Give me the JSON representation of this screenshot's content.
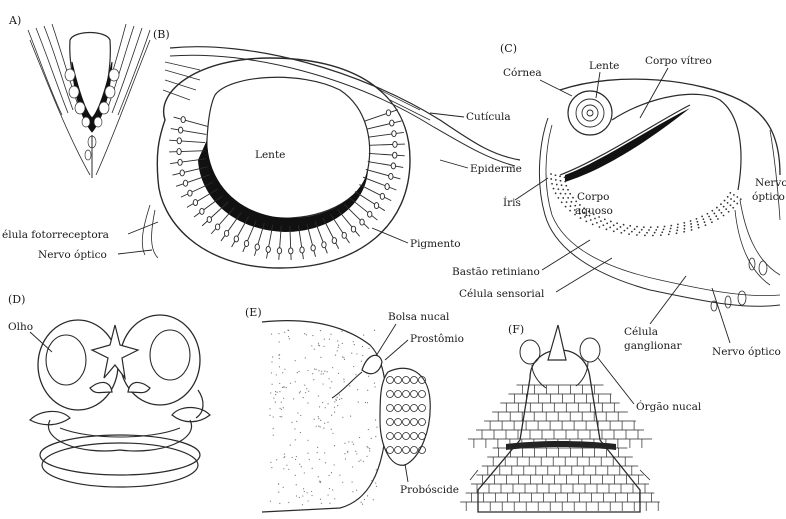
{
  "panels": {
    "A": {
      "letter": "A)",
      "labels": {
        "fotorreceptora": "élula fotorreceptora",
        "nervo": "Nervo óptico"
      }
    },
    "B": {
      "letter": "(B)",
      "labels": {
        "lente": "Lente",
        "cuticula": "Cutícula",
        "epiderme": "Epiderme",
        "pigmento": "Pigmento"
      }
    },
    "C": {
      "letter": "(C)",
      "labels": {
        "cornea": "Córnea",
        "lente": "Lente",
        "corpo_vitreo": "Corpo vítreo",
        "nervo_line1": "Nervo",
        "nervo_line2": "óptico",
        "iris": "Íris",
        "corpo_aquoso_line1": "Corpo",
        "corpo_aquoso_line2": "aquoso",
        "bastao": "Bastão retiniano",
        "celula_sensorial": "Célula sensorial",
        "ganglionar_line1": "Célula",
        "ganglionar_line2": "ganglionar",
        "nervo_optico2": "Nervo óptico"
      }
    },
    "D": {
      "letter": "(D)",
      "labels": {
        "olho": "Olho"
      }
    },
    "E": {
      "letter": "(E)",
      "labels": {
        "bolsa_nucal": "Bolsa nucal",
        "prostomio": "Prostômio",
        "proboscide": "Probóscide"
      }
    },
    "F": {
      "letter": "(F)",
      "labels": {
        "orgao_nucal": "Órgão nucal"
      }
    }
  }
}
